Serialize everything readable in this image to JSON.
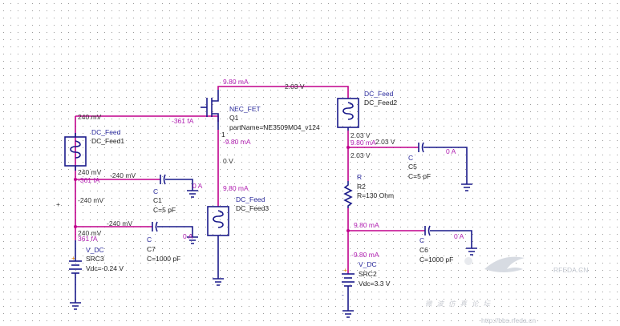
{
  "schematic": {
    "transistor": {
      "type": "NEC_FET",
      "ref": "Q1",
      "part": "partName=NE3509M04_v124"
    },
    "dc_feed1": {
      "type": "DC_Feed",
      "ref": "DC_Feed1"
    },
    "dc_feed2": {
      "type": "DC_Feed",
      "ref": "DC_Feed2"
    },
    "dc_feed3": {
      "type": "DC_Feed",
      "ref": "DC_Feed3"
    },
    "c1": {
      "type": "C",
      "ref": "C1",
      "value": "C=5 pF"
    },
    "c5": {
      "type": "C",
      "ref": "C5",
      "value": "C=5 pF"
    },
    "c6": {
      "type": "C",
      "ref": "C6",
      "value": "C=1000 pF"
    },
    "c7": {
      "type": "C",
      "ref": "C7",
      "value": "C=1000 pF"
    },
    "r2": {
      "type": "R",
      "ref": "R2",
      "value": "R=130 Ohm"
    },
    "src3": {
      "type": "V_DC",
      "ref": "SRC3",
      "value": "Vdc=-0.24 V"
    },
    "src2": {
      "type": "V_DC",
      "ref": "SRC2",
      "value": "Vdc=3.3 V"
    },
    "pin_label": "1",
    "plus_sign": "+",
    "minus_sign": "-"
  },
  "annotations": {
    "drain_current": "9.80 mA",
    "drain_voltage": "2.03 V",
    "gate_current": "-361 fA",
    "gate_voltage_top": "240 mV",
    "source_current": "-9.80 mA",
    "source_voltage": "0 V",
    "feed3_current": "9.80 mA",
    "feed1_voltage": "240 mV",
    "feed1_current": "-361 fA",
    "c1_node_voltage": "-240 mV",
    "c1_current": "0 A",
    "mid_left_voltage": "-240 mV",
    "c7_node_voltage": "-240 mV",
    "c7_current": "0 A",
    "left_bottom_voltage": "240 mV",
    "left_bottom_current": "361 fA",
    "feed2_voltage": "2.03 V",
    "feed2_current": "9.80 mA",
    "c5_node_voltage": "2.03 V",
    "r_top_voltage": "2.03 V",
    "c5_current": "0 A",
    "r2_bottom_current": "9.80 mA",
    "c6_current": "0 A",
    "src2_current": "-9.80 mA"
  },
  "watermark": {
    "brand": "RFEDA.CN",
    "title": "微波仿真论坛",
    "url": "http://bbs.rfeda.cn"
  },
  "colors": {
    "wire": "#c0008c",
    "component": "#1a1a8a",
    "grid_dot": "#9a9a9a"
  }
}
